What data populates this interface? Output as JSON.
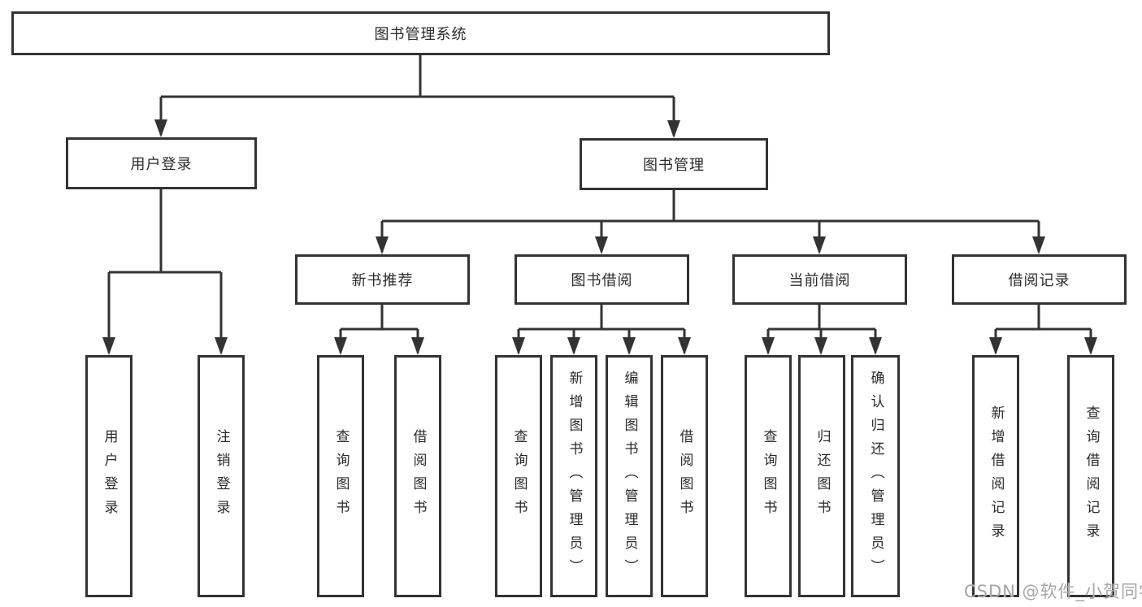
{
  "tree": {
    "label": "图书管理系统",
    "children": [
      {
        "label": "用户登录",
        "children": [
          {
            "label": "用户登录"
          },
          {
            "label": "注销登录"
          }
        ]
      },
      {
        "label": "图书管理",
        "children": [
          {
            "label": "新书推荐",
            "children": [
              {
                "label": "查询图书"
              },
              {
                "label": "借阅图书"
              }
            ]
          },
          {
            "label": "图书借阅",
            "children": [
              {
                "label": "查询图书"
              },
              {
                "label": "新增图书（管理员）"
              },
              {
                "label": "编辑图书（管理员）"
              },
              {
                "label": "借阅图书"
              }
            ]
          },
          {
            "label": "当前借阅",
            "children": [
              {
                "label": "查询图书"
              },
              {
                "label": "归还图书"
              },
              {
                "label": "确认归还（管理员）"
              }
            ]
          },
          {
            "label": "借阅记录",
            "children": [
              {
                "label": "新增借阅记录"
              },
              {
                "label": "查询借阅记录"
              }
            ]
          }
        ]
      }
    ]
  },
  "watermark": "CSDN @软件_小贺同学",
  "colors": {
    "line": "#333333",
    "box_border": "#333333",
    "text": "#2b2b2b",
    "watermark": "#a6a6a6",
    "background": "#ffffff"
  }
}
